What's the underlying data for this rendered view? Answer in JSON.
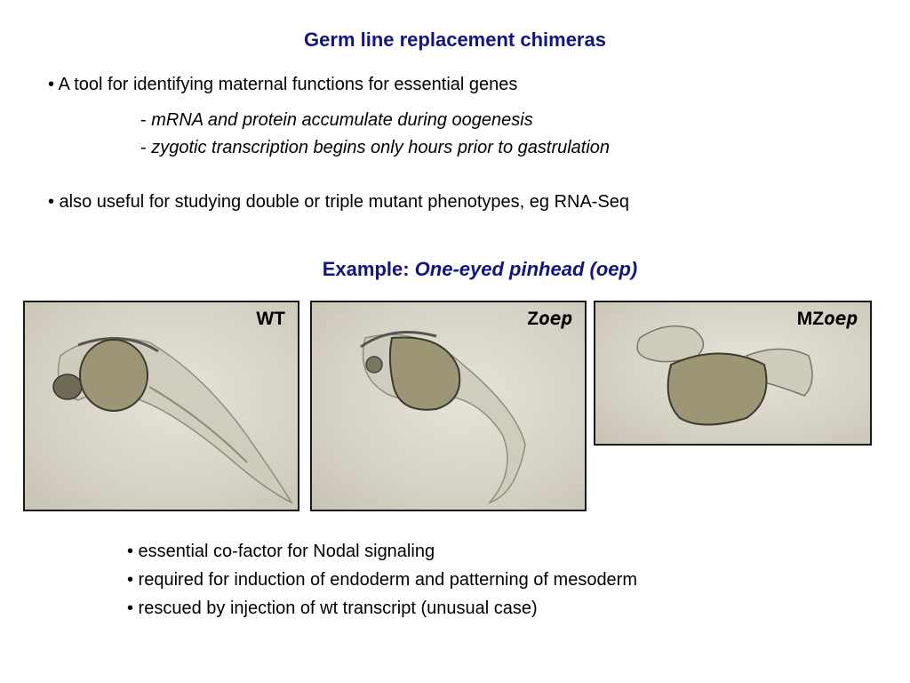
{
  "slide": {
    "title": "Germ line replacement chimeras",
    "bullet1": "• A tool for identifying maternal functions for essential genes",
    "sub1_dash": "- ",
    "sub1_text": "mRNA and protein accumulate during oogenesis",
    "sub2_dash": "- ",
    "sub2_text": "zygotic transcription begins only hours prior to gastrulation",
    "bullet2": "• also useful for studying double or triple mutant phenotypes, eg RNA-Seq",
    "example_prefix": "Example: ",
    "example_name": "One-eyed pinhead (oep)"
  },
  "panels": [
    {
      "label_prefix": "WT",
      "label_italic": ""
    },
    {
      "label_prefix": "Z",
      "label_italic": "oep"
    },
    {
      "label_prefix": "MZ",
      "label_italic": "oep"
    }
  ],
  "bottom_bullets": [
    "• essential co-factor for Nodal signaling",
    "• required for induction of endoderm and patterning of mesoderm",
    "• rescued by injection of wt transcript (unusual case)"
  ],
  "colors": {
    "heading": "#131385",
    "yolk": "#9c9676"
  }
}
